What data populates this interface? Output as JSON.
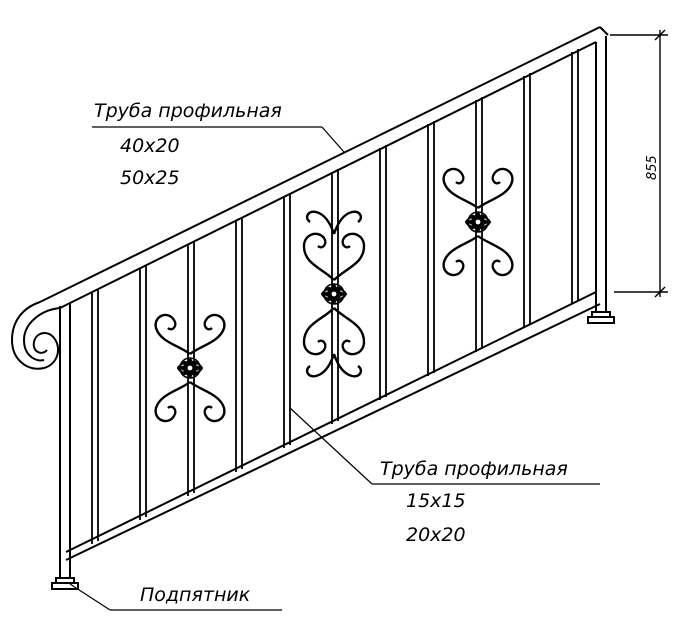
{
  "colors": {
    "ink": "#000000",
    "background": "#ffffff"
  },
  "labels": {
    "top_rail": {
      "title": "Труба профильная",
      "size_1": "40х20",
      "size_2": "50х25"
    },
    "balusters": {
      "title": "Труба профильная",
      "size_1": "15х15",
      "size_2": "20х20"
    },
    "foot": {
      "title": "Подпятник"
    }
  },
  "dimension": {
    "height": "855"
  }
}
